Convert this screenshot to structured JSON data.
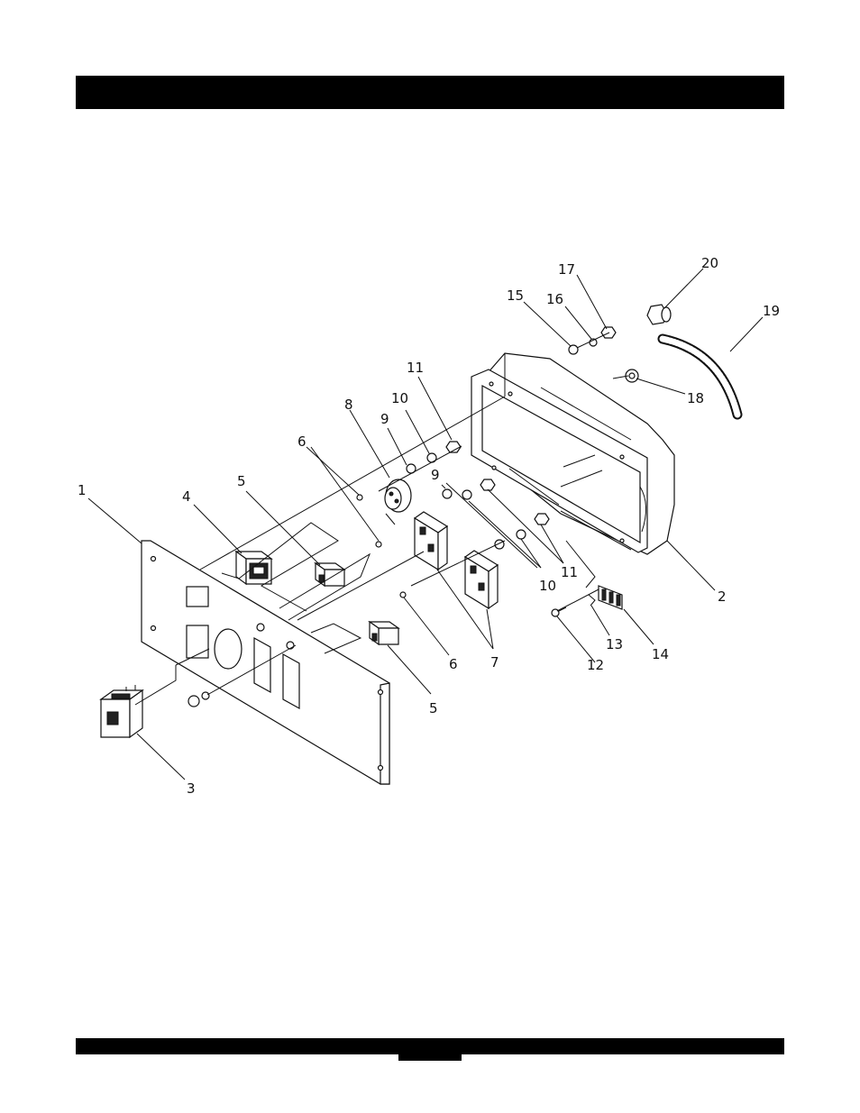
{
  "header": {
    "title": ""
  },
  "footer": {
    "page_number": ""
  },
  "diagram": {
    "callouts": [
      {
        "id": "1",
        "label": "1"
      },
      {
        "id": "2",
        "label": "2"
      },
      {
        "id": "3",
        "label": "3"
      },
      {
        "id": "4",
        "label": "4"
      },
      {
        "id": "5a",
        "label": "5"
      },
      {
        "id": "5b",
        "label": "5"
      },
      {
        "id": "6a",
        "label": "6"
      },
      {
        "id": "6b",
        "label": "6"
      },
      {
        "id": "7",
        "label": "7"
      },
      {
        "id": "8",
        "label": "8"
      },
      {
        "id": "9a",
        "label": "9"
      },
      {
        "id": "9b",
        "label": "9"
      },
      {
        "id": "10a",
        "label": "10"
      },
      {
        "id": "10b",
        "label": "10"
      },
      {
        "id": "11a",
        "label": "11"
      },
      {
        "id": "11b",
        "label": "11"
      },
      {
        "id": "12",
        "label": "12"
      },
      {
        "id": "13",
        "label": "13"
      },
      {
        "id": "14",
        "label": "14"
      },
      {
        "id": "15",
        "label": "15"
      },
      {
        "id": "16",
        "label": "16"
      },
      {
        "id": "17",
        "label": "17"
      },
      {
        "id": "18",
        "label": "18"
      },
      {
        "id": "19",
        "label": "19"
      },
      {
        "id": "20",
        "label": "20"
      }
    ]
  }
}
